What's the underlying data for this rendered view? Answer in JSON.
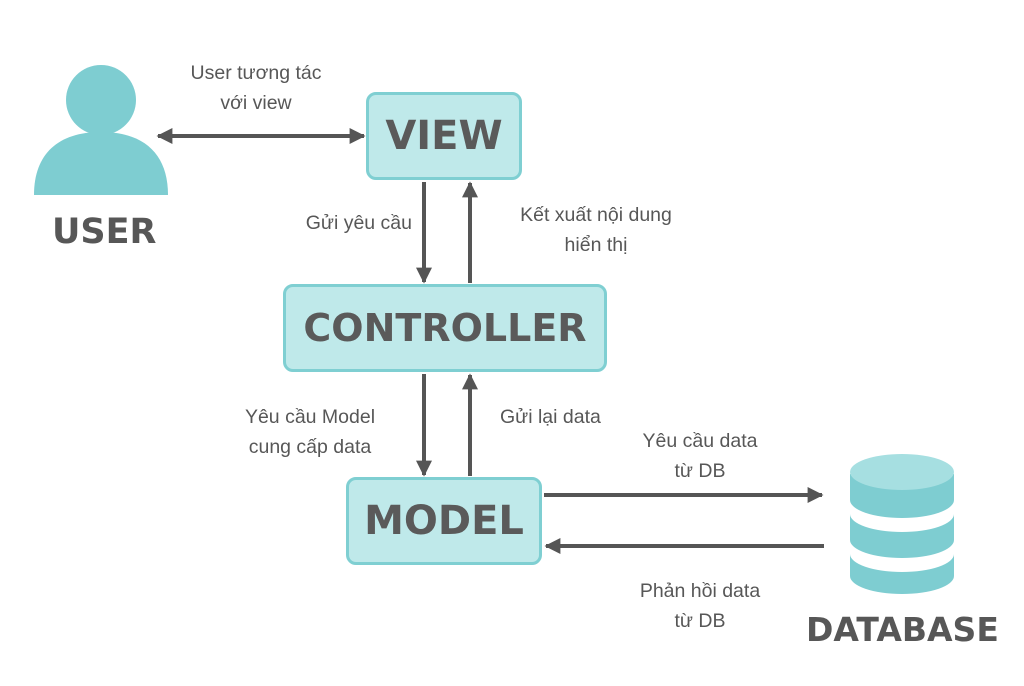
{
  "nodes": {
    "view": "VIEW",
    "controller": "CONTROLLER",
    "model": "MODEL",
    "user": "USER",
    "database": "DATABASE"
  },
  "edges": {
    "user_view": [
      "User tương tác",
      "với view"
    ],
    "view_to_controller": [
      "Gửi yêu cầu"
    ],
    "controller_to_view": [
      "Kết xuất nội dung",
      "hiển thị"
    ],
    "controller_to_model": [
      "Yêu cầu Model",
      "cung cấp data"
    ],
    "model_to_controller": [
      "Gửi lại data"
    ],
    "model_to_database": [
      "Yêu cầu data",
      "từ DB"
    ],
    "database_to_model": [
      "Phản hồi data",
      "từ DB"
    ]
  },
  "icons": {
    "user": "user-person-icon",
    "database": "database-cylinder-icon"
  },
  "colors": {
    "box_fill": "#bfe9ea",
    "box_border": "#7fcfd2",
    "icon_fill": "#7ecdd1",
    "text": "#575757",
    "arrow": "#555555"
  }
}
